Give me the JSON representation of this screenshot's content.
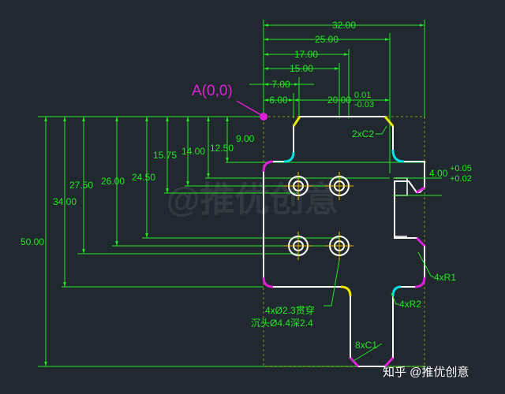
{
  "origin_label": "A(0,0)",
  "dims": {
    "d3200": "32.00",
    "d2500": "25.00",
    "d1700": "17.00",
    "d1500": "15.00",
    "d700": "7.00",
    "d600": "6.00",
    "d2000": "20.00",
    "tol20_up": "0.01",
    "tol20_dn": "-0.03",
    "v900": "9.00",
    "v1250": "12.50",
    "v1400": "14.00",
    "v1575": "15.75",
    "v2450": "24.50",
    "v2600": "26.00",
    "v2750": "27.50",
    "v3400": "34.00",
    "v5000": "50.00",
    "slot": "4.00",
    "slot_up": "+0.05",
    "slot_dn": "+0.02"
  },
  "notes": {
    "c2": "2xC2",
    "r1": "4xR1",
    "r2": "4xR2",
    "c1": "8xC1",
    "hole1": "4xØ2.3贯穿",
    "hole2": "沉头Ø4.4深2.4"
  },
  "watermark": {
    "center": "@推优创意",
    "corner": "知乎 @推优创意"
  },
  "colors": {
    "background": "#212830",
    "dimension": "#22e822",
    "outline": "#ffffff",
    "origin": "#e020d8",
    "chamfer": "#e8e800",
    "fillet_cyan": "#00e0e0",
    "fillet_magenta": "#e020d8",
    "centerline": "#e8c000"
  }
}
